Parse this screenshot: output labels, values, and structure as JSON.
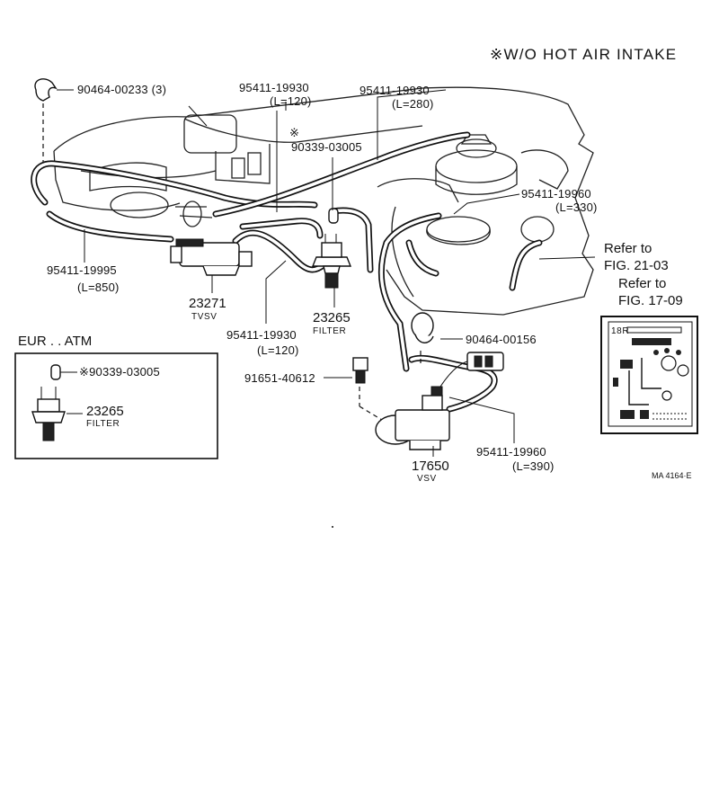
{
  "header": {
    "note": "※W/O HOT AIR INTAKE"
  },
  "parts": {
    "clip": {
      "number": "90464-00233 (3)"
    },
    "hose_120_a": {
      "number": "95411-19930",
      "length": "(L=120)"
    },
    "hose_280": {
      "number": "95411-19930",
      "length": "(L=280)"
    },
    "cap_note": {
      "mark": "※",
      "number": "90339-03005"
    },
    "hose_330": {
      "number": "95411-19960",
      "length": "(L=330)"
    },
    "hose_850": {
      "number": "95411-19995",
      "length": "(L=850)"
    },
    "tvsv": {
      "number": "23271",
      "name": "TVSV"
    },
    "filter": {
      "number": "23265",
      "name": "FILTER"
    },
    "hose_120_b": {
      "number": "95411-19930",
      "length": "(L=120)"
    },
    "clamp": {
      "number": "90464-00156"
    },
    "bolt": {
      "number": "91651-40612"
    },
    "vsv": {
      "number": "17650",
      "name": "VSV"
    },
    "hose_390": {
      "number": "95411-19960",
      "length": "(L=390)"
    }
  },
  "refs": {
    "fig_21_03": {
      "line1": "Refer to",
      "line2": "FIG. 21-03"
    },
    "fig_17_09": {
      "line1": "Refer to",
      "line2": "FIG. 17-09"
    }
  },
  "inset": {
    "tag": "18R"
  },
  "eur_box": {
    "title": "EUR . . ATM",
    "cap": "※90339-03005",
    "filter_number": "23265",
    "filter_name": "FILTER"
  },
  "code": "MA 4164·E"
}
